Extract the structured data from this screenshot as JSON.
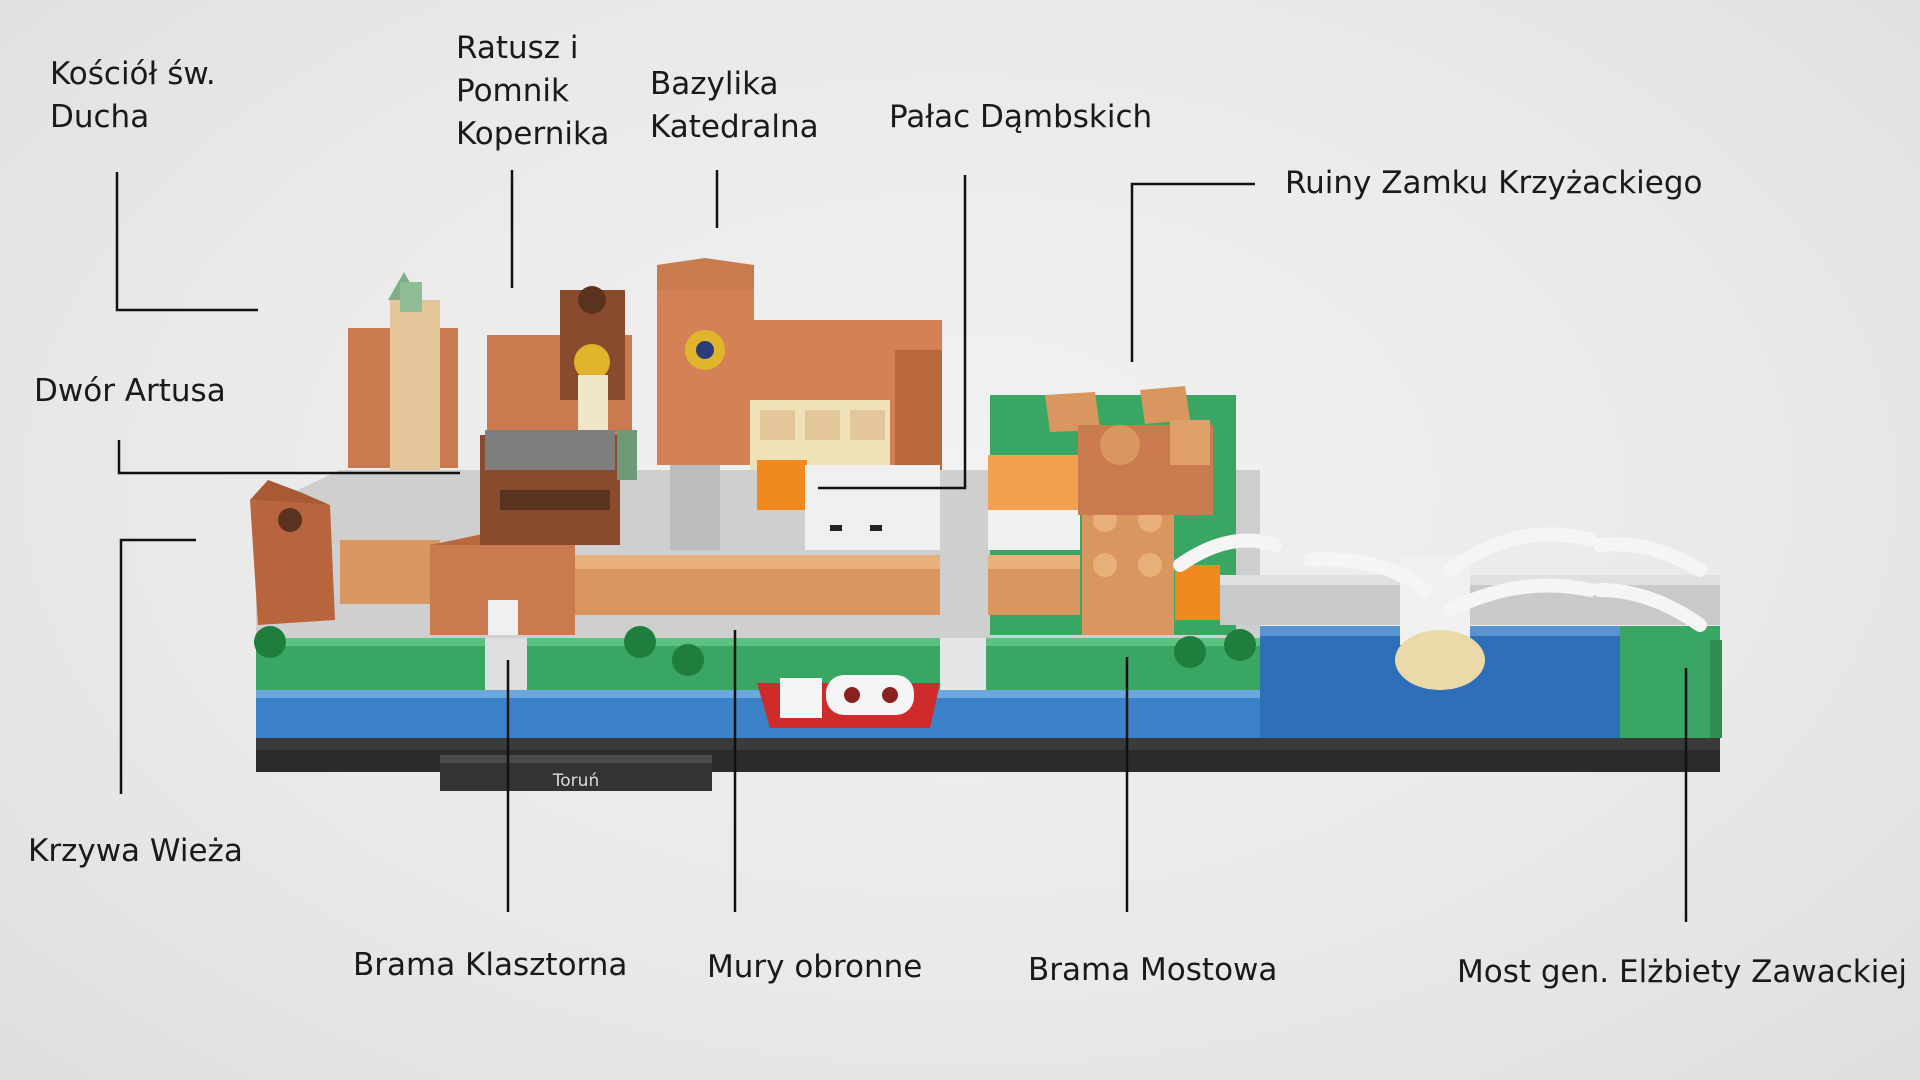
{
  "labels": {
    "kosciol": [
      "Kościół św.",
      "Ducha"
    ],
    "ratusz": [
      "Ratusz i",
      "Pomnik",
      "Kopernika"
    ],
    "bazylika": [
      "Bazylika",
      "Katedralna"
    ],
    "palac": "Pałac Dąmbskich",
    "ruiny": "Ruiny Zamku Krzyżackiego",
    "dwor": "Dwór Artusa",
    "krzywa": "Krzywa Wieża",
    "brama_klasztorna": "Brama Klasztorna",
    "mury": "Mury obronne",
    "brama_mostowa": "Brama Mostowa",
    "most": "Most gen. Elżbiety Zawackiej"
  },
  "model": {
    "plaque_text": "Toruń"
  },
  "colors": {
    "brick": "#c97a4e",
    "brick_dark": "#a85a35",
    "tan": "#e3c79a",
    "green": "#3aa663",
    "water": "#3b82c8",
    "base": "#2b2b2b",
    "gray": "#c9c9c9",
    "dark_gray": "#7e7e7e",
    "orange": "#f08a1e",
    "red": "#d02b2b",
    "line": "#111111"
  }
}
